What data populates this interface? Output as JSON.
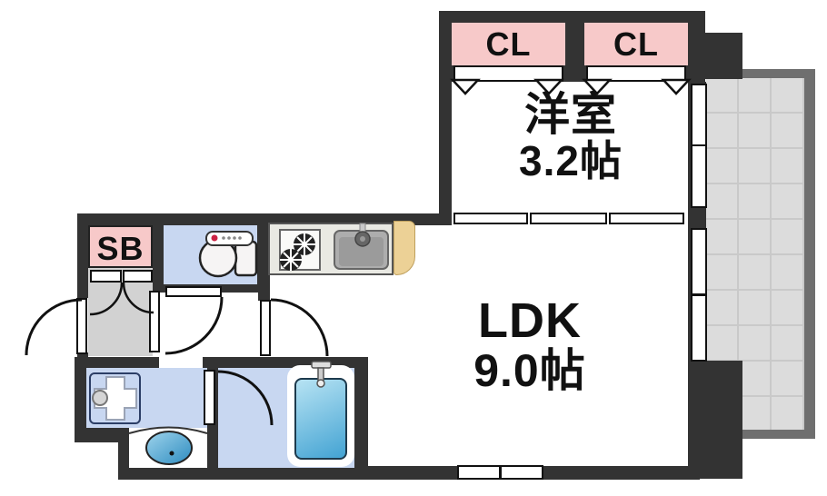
{
  "colors": {
    "wall": "#333333",
    "closet_pink": "#f7c9c9",
    "wet_area_blue": "#c8d7f1",
    "genkan_gray": "#d2d2d2",
    "balcony_tile": "#dcdcdc",
    "balcony_grid": "#c9c9c9",
    "balcony_frame": "#6f6f6f",
    "counter_gray": "#e9e9e3",
    "wood_tan": "#ecd196",
    "tub_blue_top": "#b7e3f3",
    "tub_blue_bottom": "#43a3d3"
  },
  "rooms": {
    "western_room": {
      "name": "洋室",
      "size": "3.2帖"
    },
    "ldk": {
      "name": "LDK",
      "size": "9.0帖"
    },
    "closet_left": {
      "label": "CL"
    },
    "closet_right": {
      "label": "CL"
    },
    "shoe_box": {
      "label": "SB"
    }
  },
  "fixtures": {
    "toilet": "toilet-icon",
    "kitchen_stove": "stove-burners-icon",
    "kitchen_sink": "sink-icon",
    "bathtub": "bathtub-icon",
    "wash_basin": "basin-icon",
    "washing_machine_pan": "washer-pan-icon"
  }
}
